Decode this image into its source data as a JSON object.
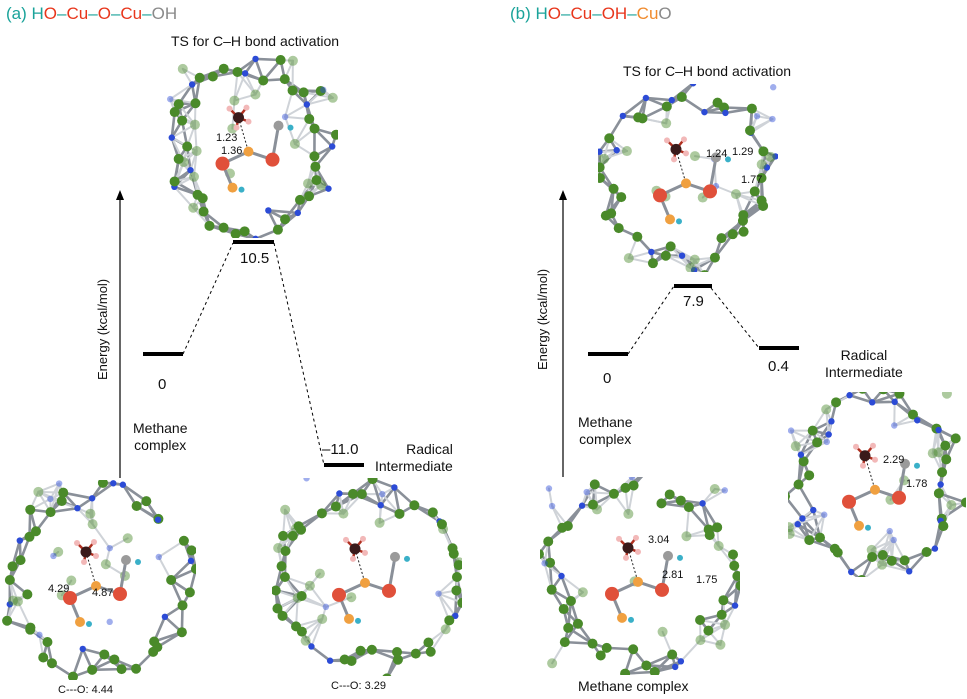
{
  "panel_a": {
    "tag": "(a)",
    "formula": [
      {
        "t": "H",
        "c": "#1aa39a"
      },
      {
        "t": "O",
        "c": "#e8361c"
      },
      {
        "t": "–",
        "c": "#1aa39a"
      },
      {
        "t": "Cu",
        "c": "#e8361c"
      },
      {
        "t": "–",
        "c": "#1aa39a"
      },
      {
        "t": "O",
        "c": "#e8361c"
      },
      {
        "t": "–",
        "c": "#1aa39a"
      },
      {
        "t": "Cu",
        "c": "#e8361c"
      },
      {
        "t": "–",
        "c": "#1aa39a"
      },
      {
        "t": "O",
        "c": "#8a8a8a"
      },
      {
        "t": "H",
        "c": "#8a8a8a"
      }
    ],
    "ts_label": "TS for C–H bond activation",
    "axis_label": "Energy (kcal/mol)",
    "levels": {
      "methane": "0",
      "ts": "10.5",
      "radical": "–11.0"
    },
    "methane_complex_label": [
      "Methane",
      "complex"
    ],
    "radical_label": [
      "Radical",
      "Intermediate"
    ],
    "ts_distances": [
      "1.23",
      "1.36"
    ],
    "methane_distances": [
      "4.29",
      "4.87"
    ],
    "caption_methane": "C---O: 4.44",
    "caption_radical": "C---O: 3.29"
  },
  "panel_b": {
    "tag": "(b)",
    "formula": [
      {
        "t": "H",
        "c": "#1aa39a"
      },
      {
        "t": "O",
        "c": "#e8361c"
      },
      {
        "t": "–",
        "c": "#1aa39a"
      },
      {
        "t": "Cu",
        "c": "#e8361c"
      },
      {
        "t": "–",
        "c": "#1aa39a"
      },
      {
        "t": "OH",
        "c": "#e8361c"
      },
      {
        "t": "–",
        "c": "#1aa39a"
      },
      {
        "t": "Cu",
        "c": "#f08a2c"
      },
      {
        "t": "O",
        "c": "#8a8a8a"
      }
    ],
    "ts_label": "TS for C–H bond activation",
    "axis_label": "Energy (kcal/mol)",
    "levels": {
      "methane": "0",
      "ts": "7.9",
      "radical": "0.4"
    },
    "methane_complex_label": [
      "Methane",
      "complex"
    ],
    "radical_label": [
      "Radical",
      "Intermediate"
    ],
    "ts_distances": [
      "1.24",
      "1.29",
      "1.77"
    ],
    "radical_distances": [
      "2.29",
      "1.78"
    ],
    "methane_distances": [
      "3.04",
      "2.81",
      "1.75"
    ],
    "caption_methane": "Methane complex"
  },
  "colors": {
    "zeolite_o": "#4a8a2a",
    "si": "#2c4bd6",
    "cu": "#e0503a",
    "o_active": "#f0a040",
    "carbon": "#3a1a1a",
    "h": "#f2b8b8",
    "gray_o": "#9a9a9a",
    "teal_h": "#3ab0c8"
  }
}
